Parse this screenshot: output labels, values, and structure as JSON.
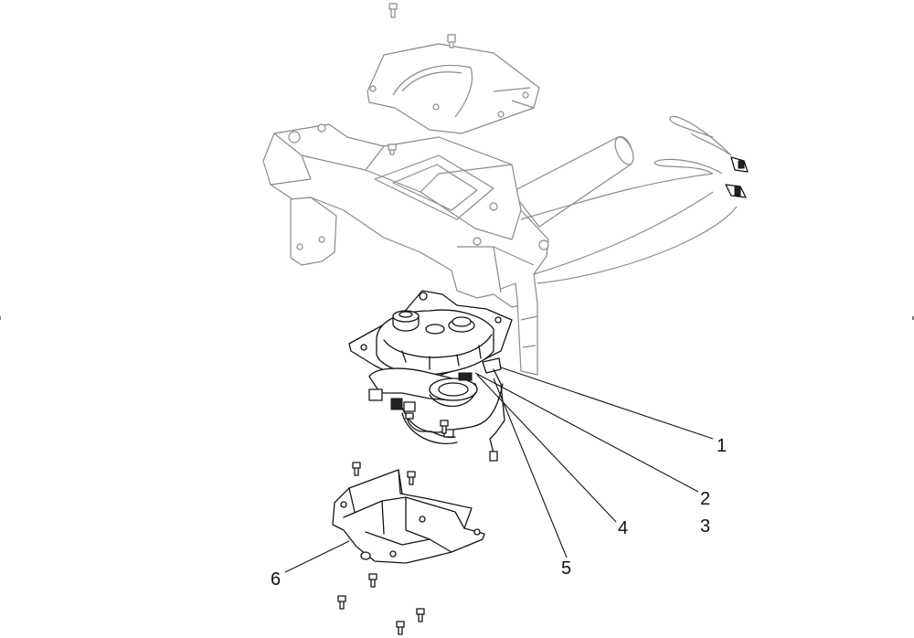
{
  "callouts": [
    {
      "id": "1",
      "label": "1"
    },
    {
      "id": "2",
      "label": "2"
    },
    {
      "id": "3",
      "label": "3"
    },
    {
      "id": "4",
      "label": "4"
    },
    {
      "id": "5",
      "label": "5"
    },
    {
      "id": "6",
      "label": "6"
    }
  ],
  "colors": {
    "context_parts": "#8a8a8a",
    "highlighted_parts": "#141414",
    "background": "#ffffff"
  }
}
